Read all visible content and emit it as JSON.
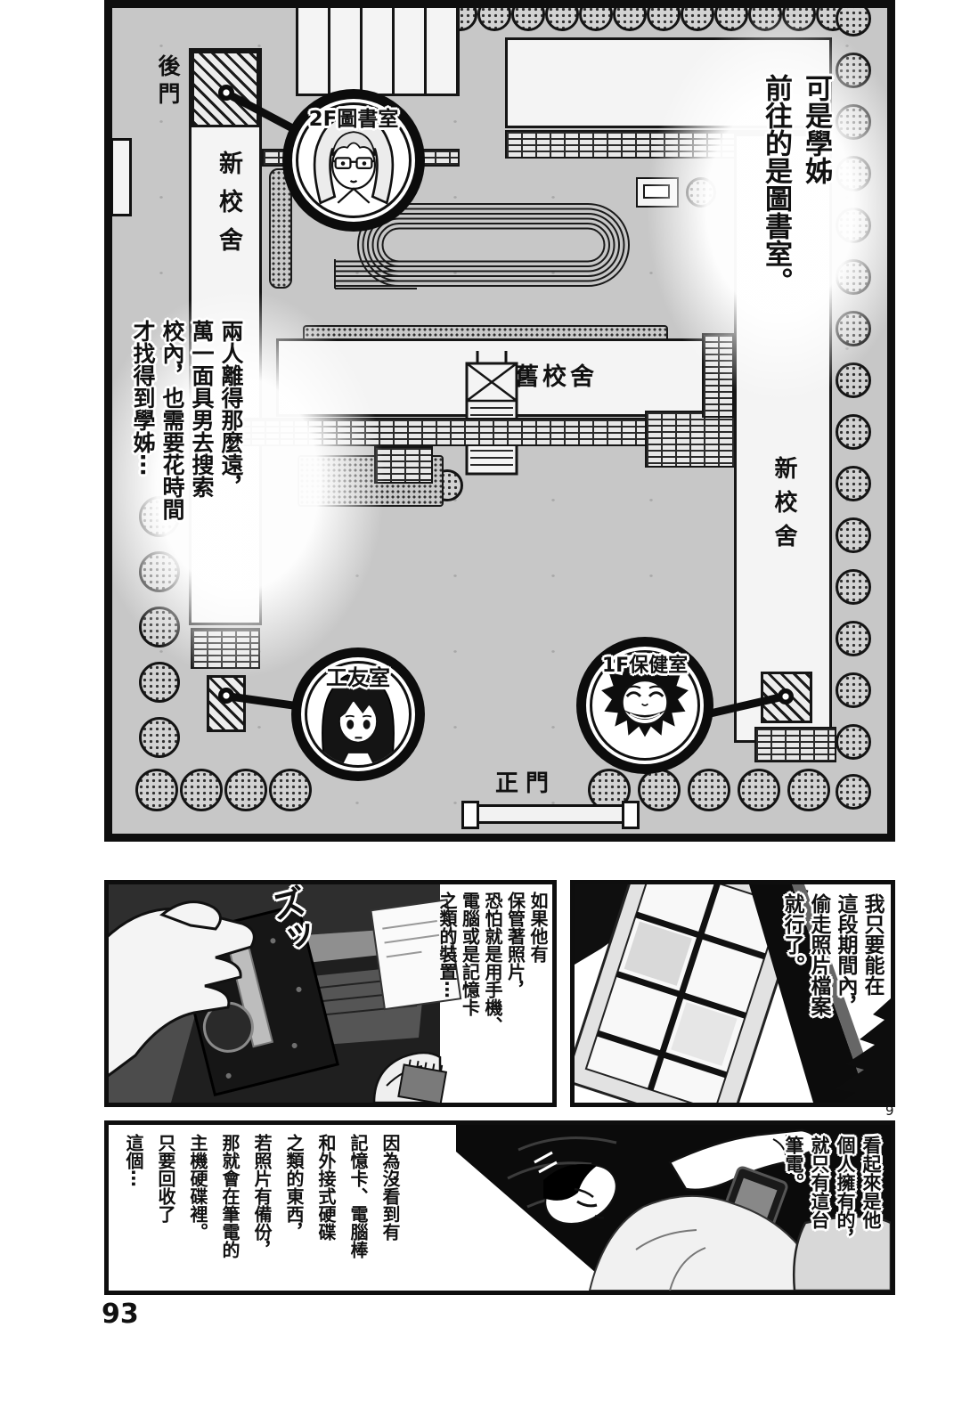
{
  "page": {
    "side_number": "9",
    "folio": "93"
  },
  "map": {
    "labels": {
      "back_gate": "後門",
      "new_building_left": "新校舍",
      "old_building": "舊校舍",
      "new_building_right": "新校舍",
      "main_gate": "正門"
    },
    "badges": {
      "library": "2F圖書室",
      "janitor": "工友室",
      "infirmary": "1F保健室"
    },
    "caption_right": [
      "可是學姊",
      "前往的是圖書室。"
    ],
    "caption_left": [
      "兩人離得那麼遠，",
      "萬一面具男去搜索",
      "校內，也需要花時間",
      "才找得到學姊⋯"
    ]
  },
  "hdd_panel": {
    "sfx": "ズッ",
    "lines": [
      "如果他有",
      "保管著照片，",
      "恐怕就是用手機、",
      "電腦或是記憶卡",
      "之類的裝置⋯"
    ]
  },
  "window_panel": {
    "lines": [
      "我只要能在",
      "這段期間內，",
      "偷走照片檔案",
      "就行了。"
    ]
  },
  "girl_panel": {
    "left_lines": [
      "因為沒看到有",
      "記憶卡、電腦棒",
      "和外接式硬碟",
      "之類的東西，",
      "若照片有備份，",
      "那就會在筆電的",
      "主機硬碟裡。",
      "只要回收了",
      "這個⋯"
    ],
    "right_lines": [
      "看起來是他",
      "個人擁有的，",
      "就只有這台",
      "筆電。"
    ]
  },
  "colors": {
    "map_bg": "#c7c7c7",
    "ink": "#111111",
    "panel_dark": "#1c1c1c"
  }
}
